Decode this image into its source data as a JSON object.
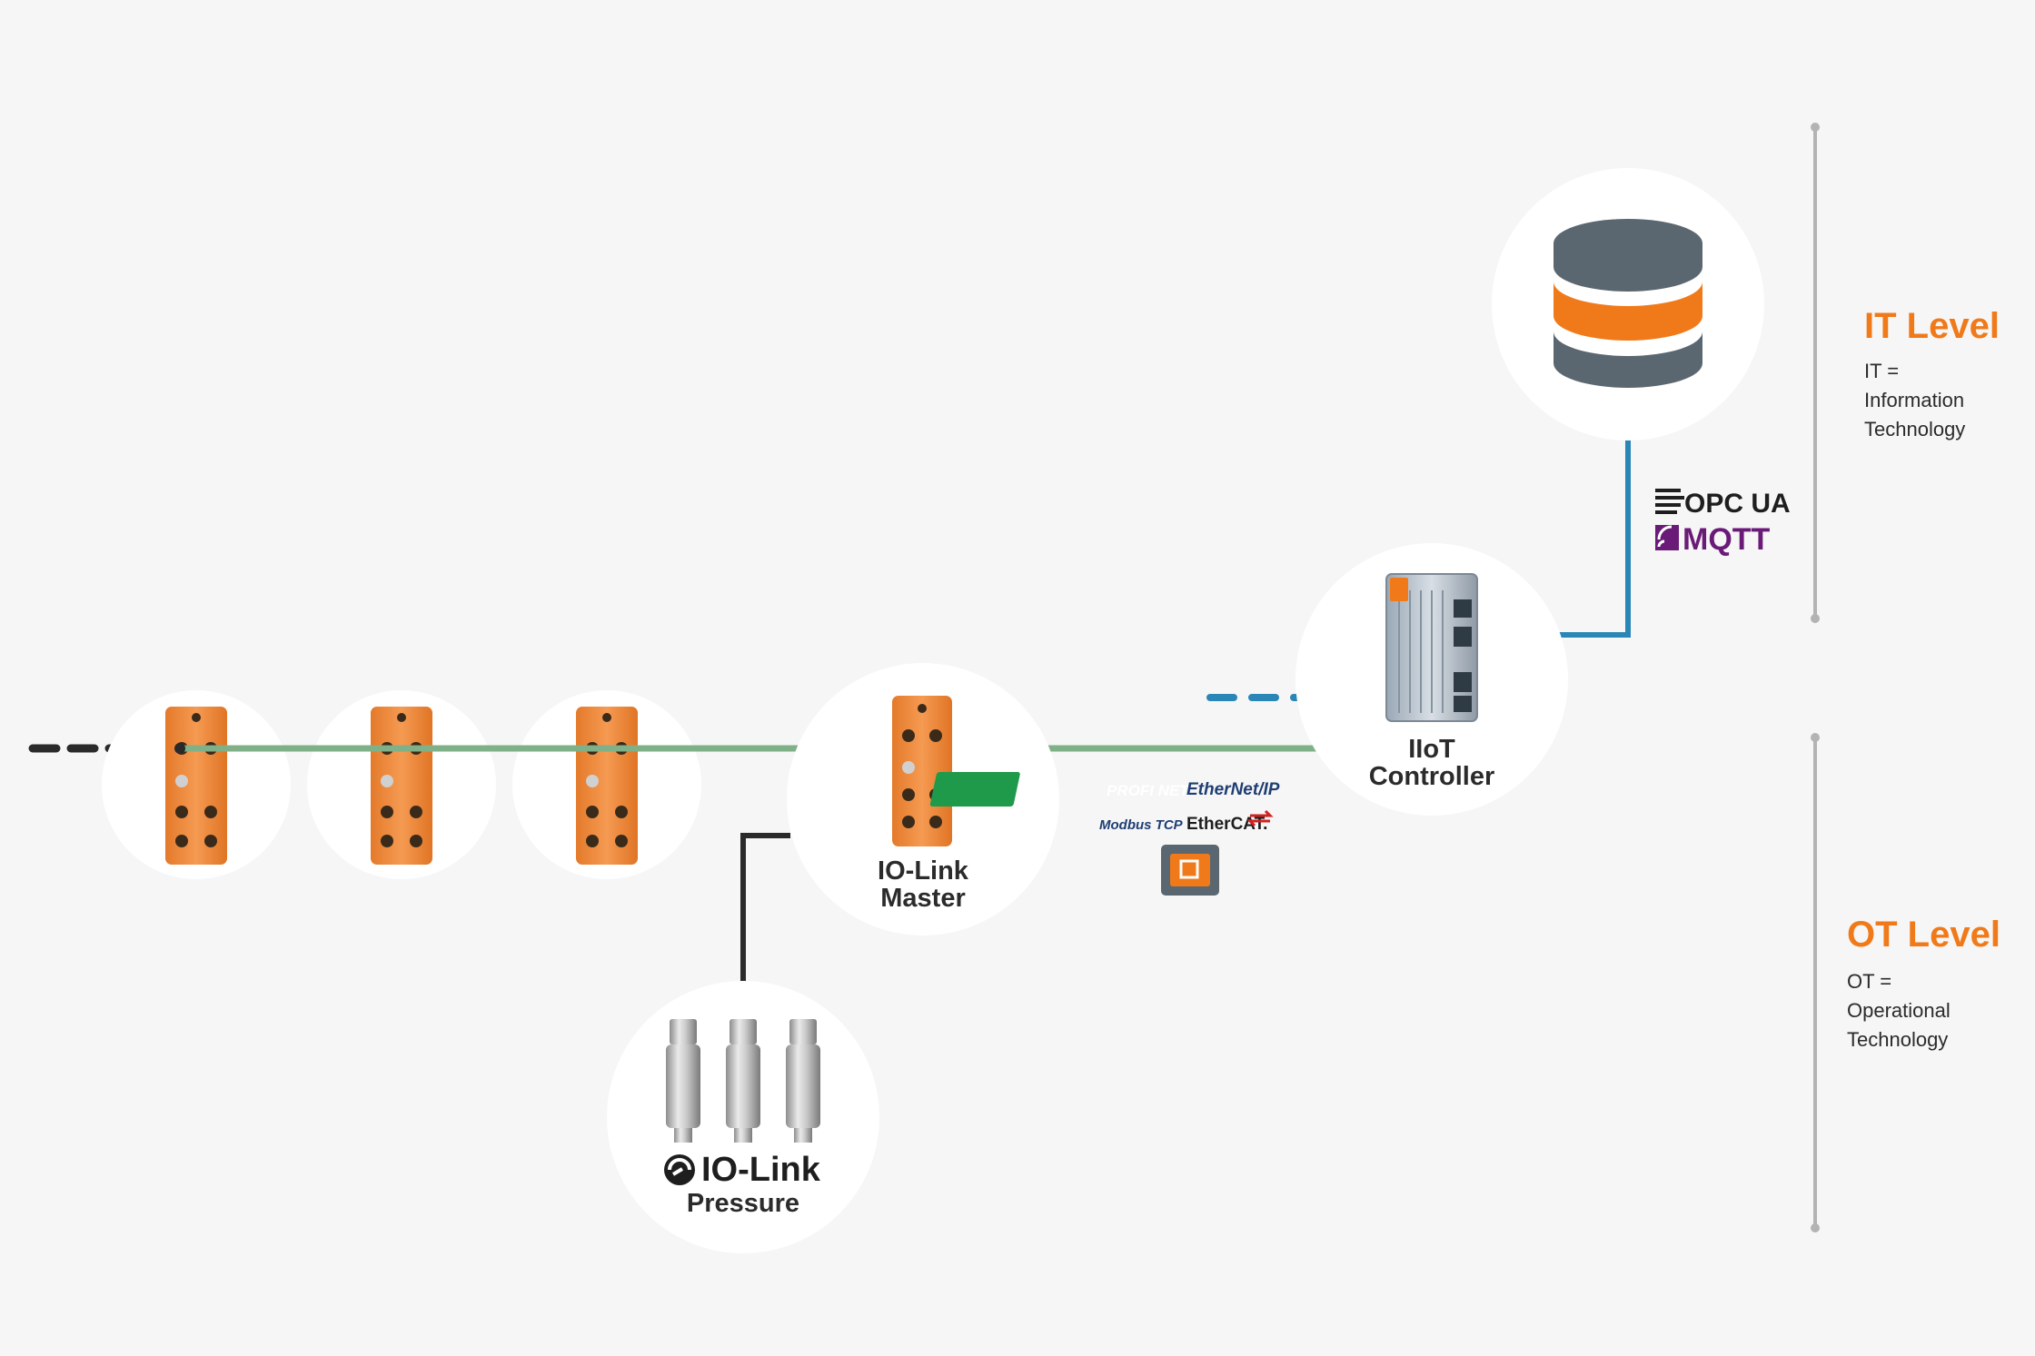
{
  "colors": {
    "background": "#f6f6f6",
    "node_circle": "#ffffff",
    "accent_orange": "#f07a1a",
    "io_device_orange": "#ef8a3a",
    "green_line": "#7fb088",
    "blue_line": "#2a86b7",
    "dark_line": "#2a2a2a",
    "database_gray": "#5b6770",
    "level_bar_gray": "#b3b3b3",
    "text_dark": "#2b2b2b",
    "mqtt_purple": "#6a1b78",
    "profinet_green": "#1f9a4a",
    "ethernetip_blue": "#1f3e73",
    "ethercat_red": "#d32020"
  },
  "levels": {
    "it": {
      "title": "IT Level",
      "desc": [
        "IT =",
        "Information",
        "Technology"
      ]
    },
    "ot": {
      "title": "OT Level",
      "desc": [
        "OT =",
        "Operational",
        "Technology"
      ]
    }
  },
  "nodes": {
    "database": {
      "icon": "database-icon"
    },
    "iiot_controller": {
      "label": [
        "IIoT",
        "Controller"
      ],
      "icon": "iiot-controller-icon"
    },
    "io_link_master": {
      "label": [
        "IO-Link",
        "Master"
      ],
      "icon": "io-link-master-icon"
    },
    "sensors": {
      "brand": "IO-Link",
      "label": "Pressure",
      "icon": "pressure-sensor-icon",
      "count": 3
    },
    "hubs": {
      "icon": "io-hub-icon",
      "count": 3
    }
  },
  "protocols": {
    "it": [
      "OPC UA",
      "MQTT"
    ],
    "ot": [
      "PROFI NET",
      "EtherNet/IP",
      "Modbus TCP",
      "EtherCAT."
    ]
  }
}
